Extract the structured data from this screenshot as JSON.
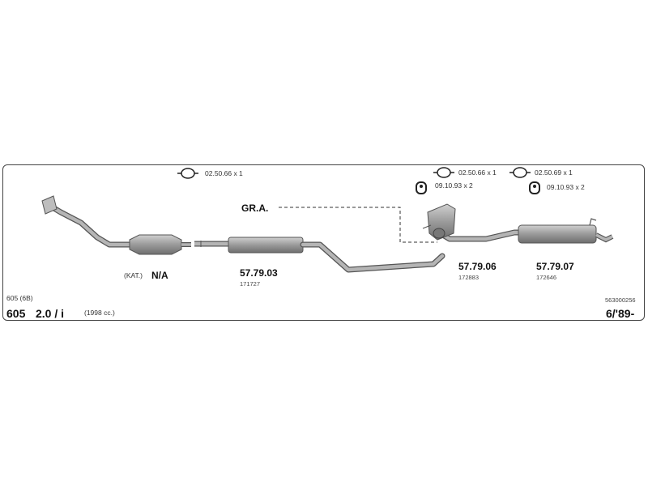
{
  "model": {
    "variant": "605 (6B)",
    "name": "605",
    "engine": "2.0 / i",
    "displacement": "(1998 cc.)",
    "catalog_no": "563000256",
    "date_from": "6/'89-"
  },
  "catalyst": {
    "prefix": "(KAT.)",
    "label": "N/A"
  },
  "group_label": "GR.A.",
  "parts": [
    {
      "number": "57.79.03",
      "ref": "171727"
    },
    {
      "number": "57.79.06",
      "ref": "172883"
    },
    {
      "number": "57.79.07",
      "ref": "172646"
    }
  ],
  "hardware": [
    {
      "text": "02.50.66 x 1",
      "icon": "clamp-icon"
    },
    {
      "text": "02.50.66 x 1",
      "icon": "clamp-icon"
    },
    {
      "text": "09.10.93 x 2",
      "icon": "rubber-hanger-icon"
    },
    {
      "text": "02.50.69 x 1",
      "icon": "clamp-icon"
    },
    {
      "text": "09.10.93 x 2",
      "icon": "rubber-hanger-icon"
    }
  ],
  "colors": {
    "pipe": "#9a9a9a",
    "pipe_outline": "#555555",
    "frame": "#444444"
  }
}
